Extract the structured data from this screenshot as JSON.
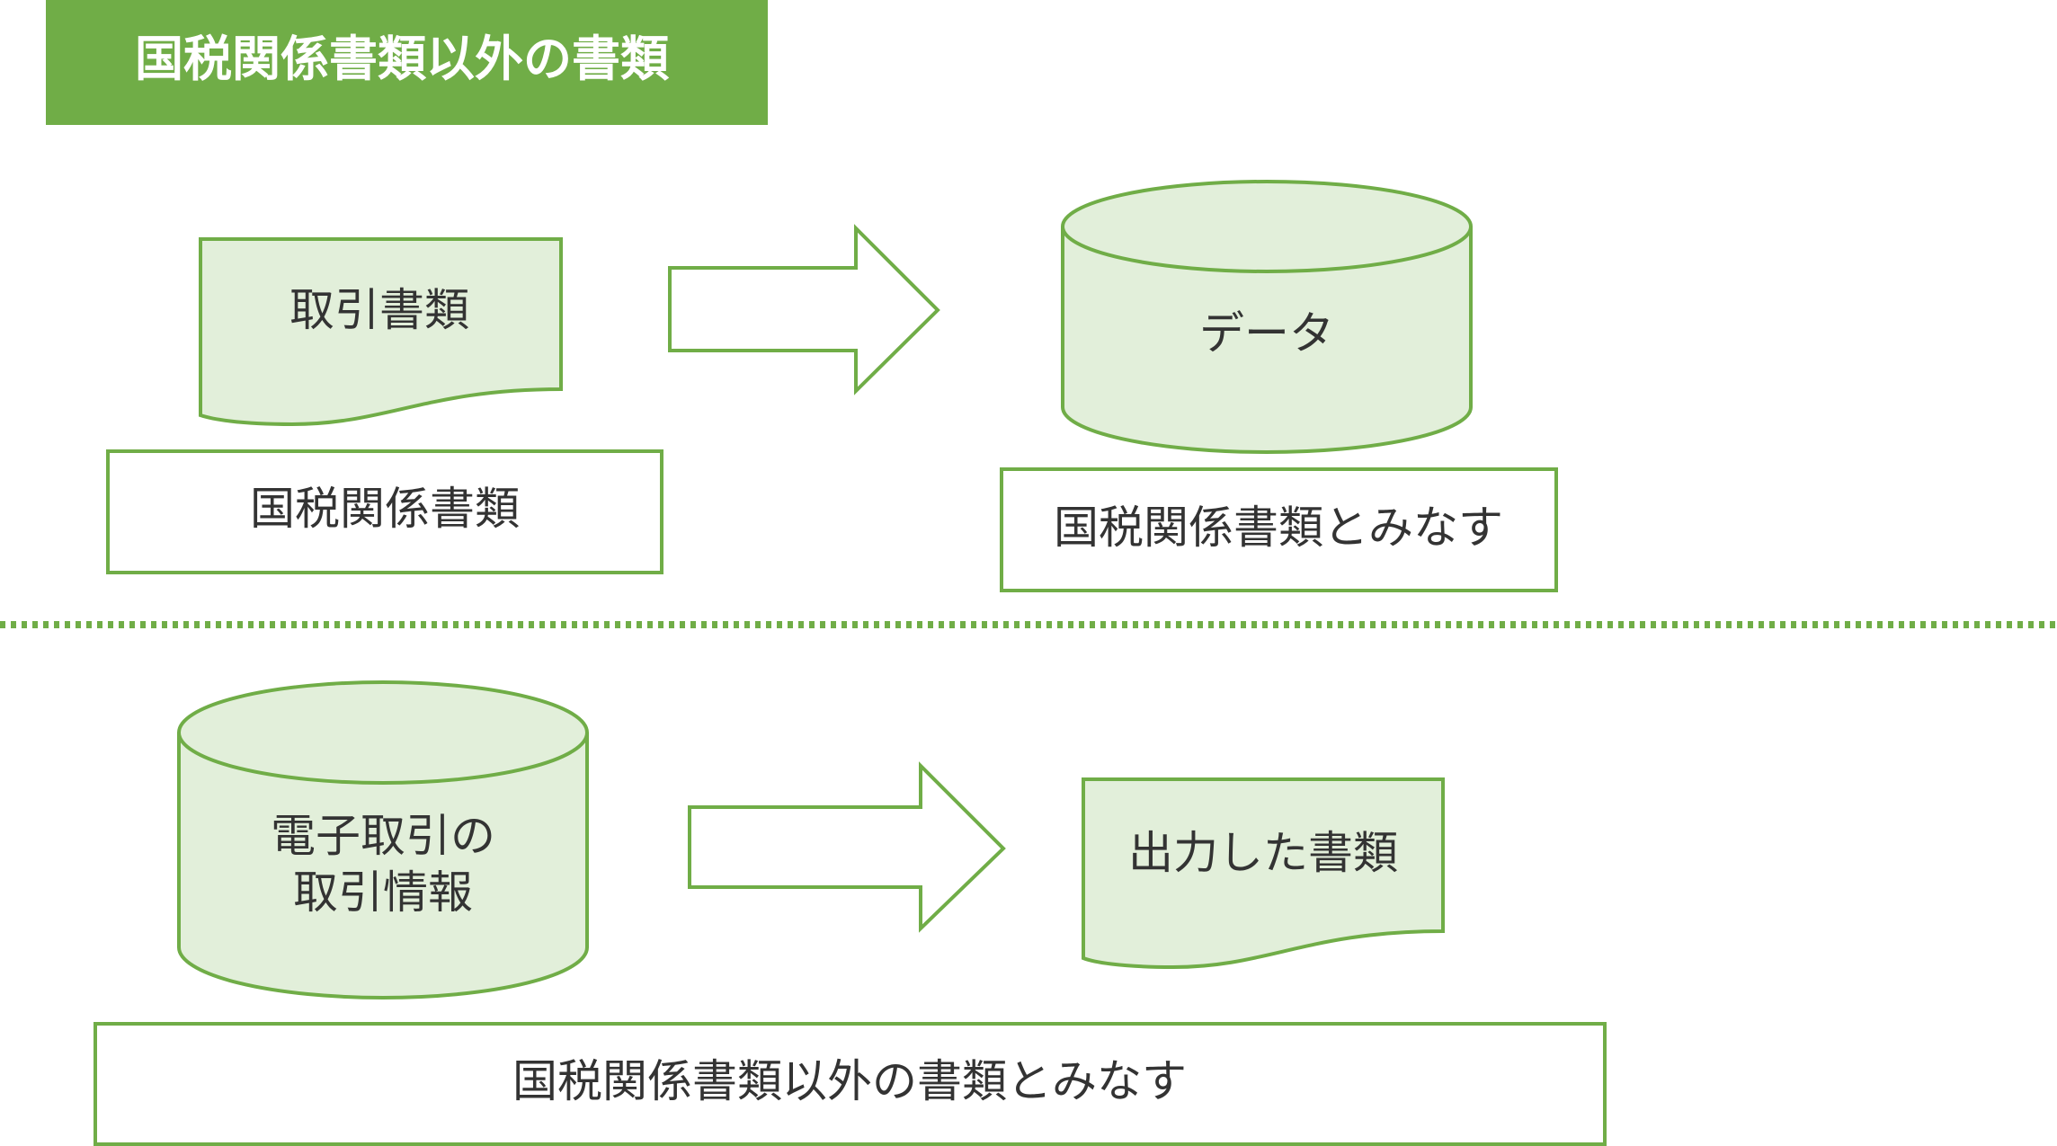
{
  "title": "国税関係書類以外の書類",
  "colors": {
    "accent": "#70AD47",
    "fill_light": "#E2EFDA",
    "text": "#333333"
  },
  "top_flow": {
    "source_label": "取引書類",
    "source_caption": "国税関係書類",
    "target_label": "データ",
    "target_caption": "国税関係書類とみなす"
  },
  "bottom_flow": {
    "source_label_line1": "電子取引の",
    "source_label_line2": "取引情報",
    "target_label": "出力した書類",
    "caption": "国税関係書類以外の書類とみなす"
  }
}
